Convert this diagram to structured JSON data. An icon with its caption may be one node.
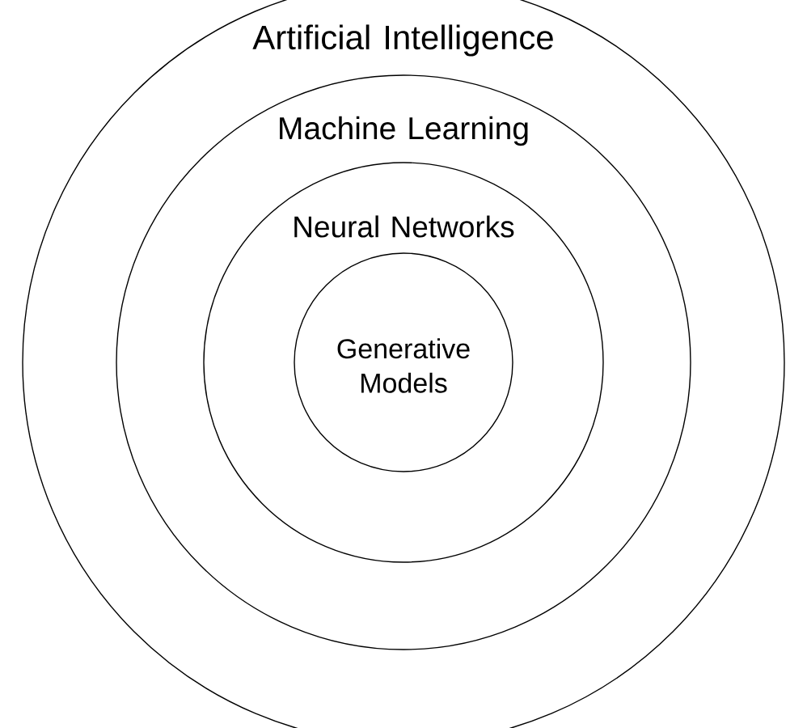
{
  "diagram": {
    "nodes": [
      {
        "text": [
          "Artificial Intelligence"
        ]
      },
      {
        "text": [
          "Machine Learning"
        ],
        "in": 0
      },
      {
        "text": [
          "Neural Networks"
        ],
        "in": 1
      },
      {
        "text": [
          "Generative Models"
        ],
        "in": 2
      }
    ]
  }
}
